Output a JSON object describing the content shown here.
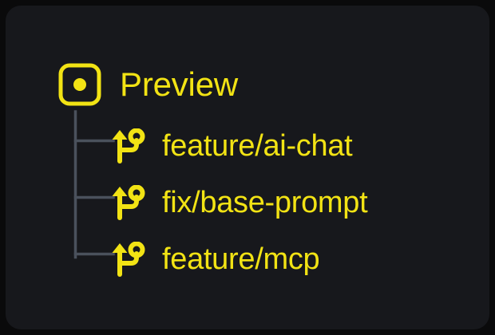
{
  "theme": {
    "page_background": "#0a0a0b",
    "card_background": "#17181c",
    "accent_yellow": "#f2e314",
    "tree_line_color": "#4a515c"
  },
  "header": {
    "title": "Preview",
    "icon": "preview-dot-square-icon"
  },
  "tree": {
    "branch_icon": "git-branch-icon",
    "items": [
      {
        "label": "feature/ai-chat",
        "connector": "tee"
      },
      {
        "label": "fix/base-prompt",
        "connector": "tee"
      },
      {
        "label": "feature/mcp",
        "connector": "elbow"
      }
    ]
  }
}
